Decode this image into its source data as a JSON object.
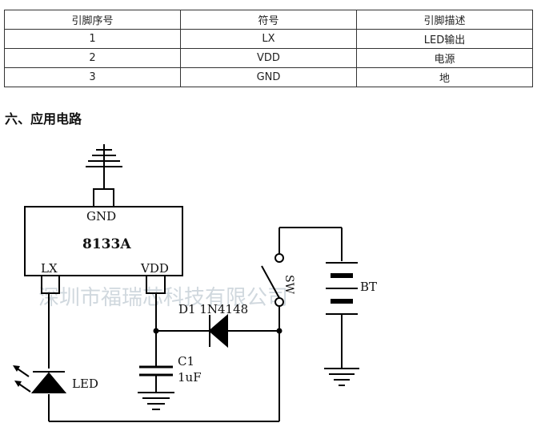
{
  "pin_table": {
    "headers": [
      "引脚序号",
      "符号",
      "引脚描述"
    ],
    "rows": [
      [
        "1",
        "LX",
        "LED输出"
      ],
      [
        "2",
        "VDD",
        "电源"
      ],
      [
        "3",
        "GND",
        "地"
      ]
    ]
  },
  "section_title": "六、应用电路",
  "circuit": {
    "chip_name": "8133A",
    "pin_gnd": "GND",
    "pin_lx": "LX",
    "pin_vdd": "VDD",
    "diode_label": "D1 1N4148",
    "cap_name": "C1",
    "cap_value": "1uF",
    "led_label": "LED",
    "switch_label": "SW",
    "battery_label": "BT"
  },
  "watermark": "深圳市福瑞芯科技有限公司"
}
